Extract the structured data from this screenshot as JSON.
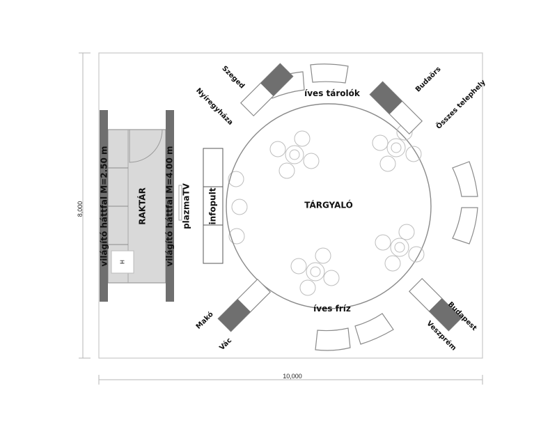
{
  "plan": {
    "dimensions": {
      "width": "10,000",
      "height": "8,000"
    },
    "rooms": {
      "meeting": "TÁRGYALÓ",
      "storage": "RAKTÁR"
    },
    "walls": {
      "left": "világító háttfal M=2.50 m",
      "right": "világító háttfal M=4.00 m"
    },
    "fixtures": {
      "infopult": "infopult",
      "tv": "plazmaTV",
      "hanger": "H"
    },
    "curved_labels": {
      "top": "íves tárolók",
      "bottom": "íves fríz"
    },
    "kiosks": [
      {
        "outer": "Szeged",
        "inner": "Nyíregyháza"
      },
      {
        "outer": "Budaörs",
        "inner": "Összes telephely"
      },
      {
        "outer": "Makó",
        "inner": "Vác"
      },
      {
        "outer": "Budapest",
        "inner": "Veszprém"
      }
    ],
    "colors": {
      "wall_dark": "#6f6f6f",
      "storage_fill": "#d9d9d9",
      "line": "#8a8a8a"
    }
  }
}
